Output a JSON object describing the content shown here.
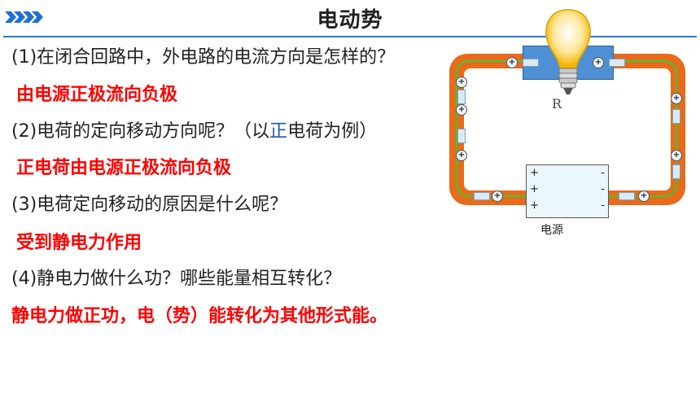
{
  "title": "电动势",
  "questions": [
    {
      "q": "(1)在闭合回路中，外电路的电流方向是怎样的？",
      "a": "由电源正极流向负极"
    },
    {
      "q_pre": "(2)电荷的定向移动方向呢？（以",
      "q_hl": "正",
      "q_post": "电荷为例）",
      "a": "正电荷由电源正极流向负极"
    },
    {
      "q": "(3)电荷定向移动的原因是什么呢？",
      "a": "受到静电力作用"
    },
    {
      "q": "(4)静电力做什么功？哪些能量相互转化？",
      "a": "静电力做正功，电（势）能转化为其他形式能。"
    }
  ],
  "circuit": {
    "battery_label": "电源",
    "plus_sign": "+",
    "minus_sign": "-",
    "resistor_label": "R",
    "colors": {
      "loop": "#e96a1b",
      "wire": "#33cc33",
      "box": "#4f8fd3"
    }
  },
  "icons": {
    "header": "chevron-right-icon",
    "bulb": "light-bulb-icon"
  }
}
